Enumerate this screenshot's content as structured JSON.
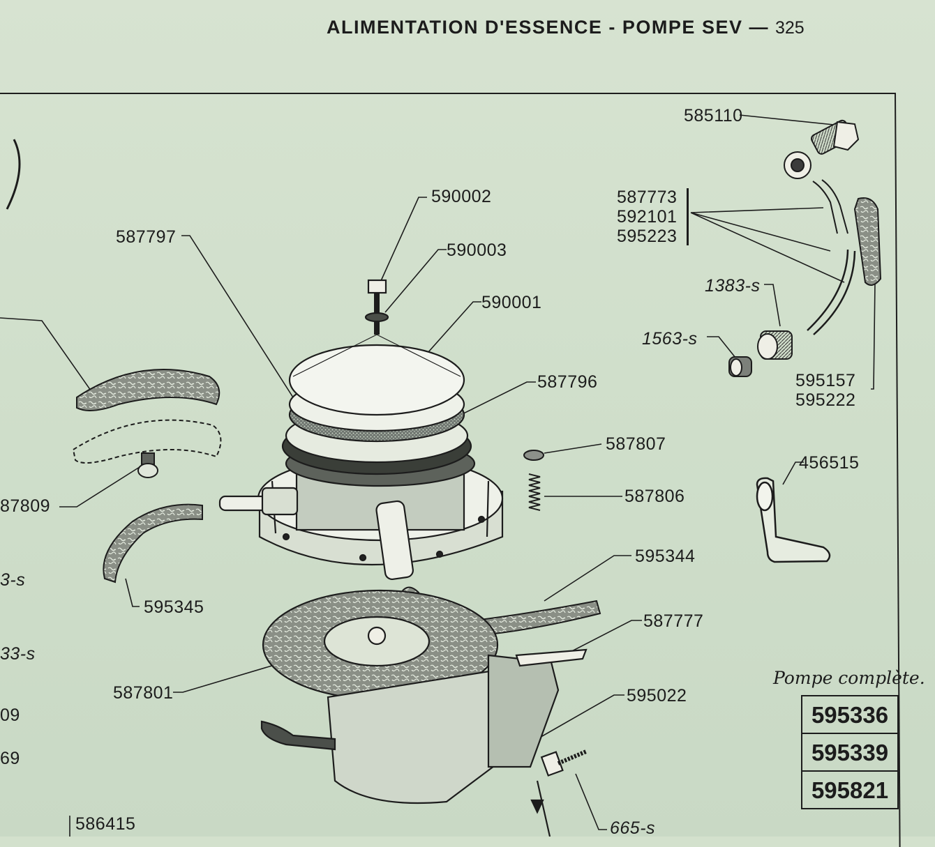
{
  "header": {
    "title": "ALIMENTATION D'ESSENCE - POMPE SEV —",
    "page_number": "325"
  },
  "labels": {
    "p585110": "585110",
    "p587773": "587773",
    "p592101": "592101",
    "p595223": "595223",
    "p590002": "590002",
    "p587797": "587797",
    "p590003": "590003",
    "p590001": "590001",
    "p1383s": "1383-s",
    "p1563s": "1563-s",
    "p595157": "595157",
    "p595222": "595222",
    "p587796": "587796",
    "p587807": "587807",
    "p587806": "587806",
    "p456515": "456515",
    "p87809": "87809",
    "p3s": "3-s",
    "p595345": "595345",
    "p595344": "595344",
    "p587777": "587777",
    "p33s": "33-s",
    "p587801": "587801",
    "p595022": "595022",
    "p09": "09",
    "p69": "69",
    "p586415": "586415",
    "p665s": "665-s"
  },
  "complete_pump": {
    "title": "Pompe complète.",
    "refs": [
      "595336",
      "595339",
      "595821"
    ]
  }
}
